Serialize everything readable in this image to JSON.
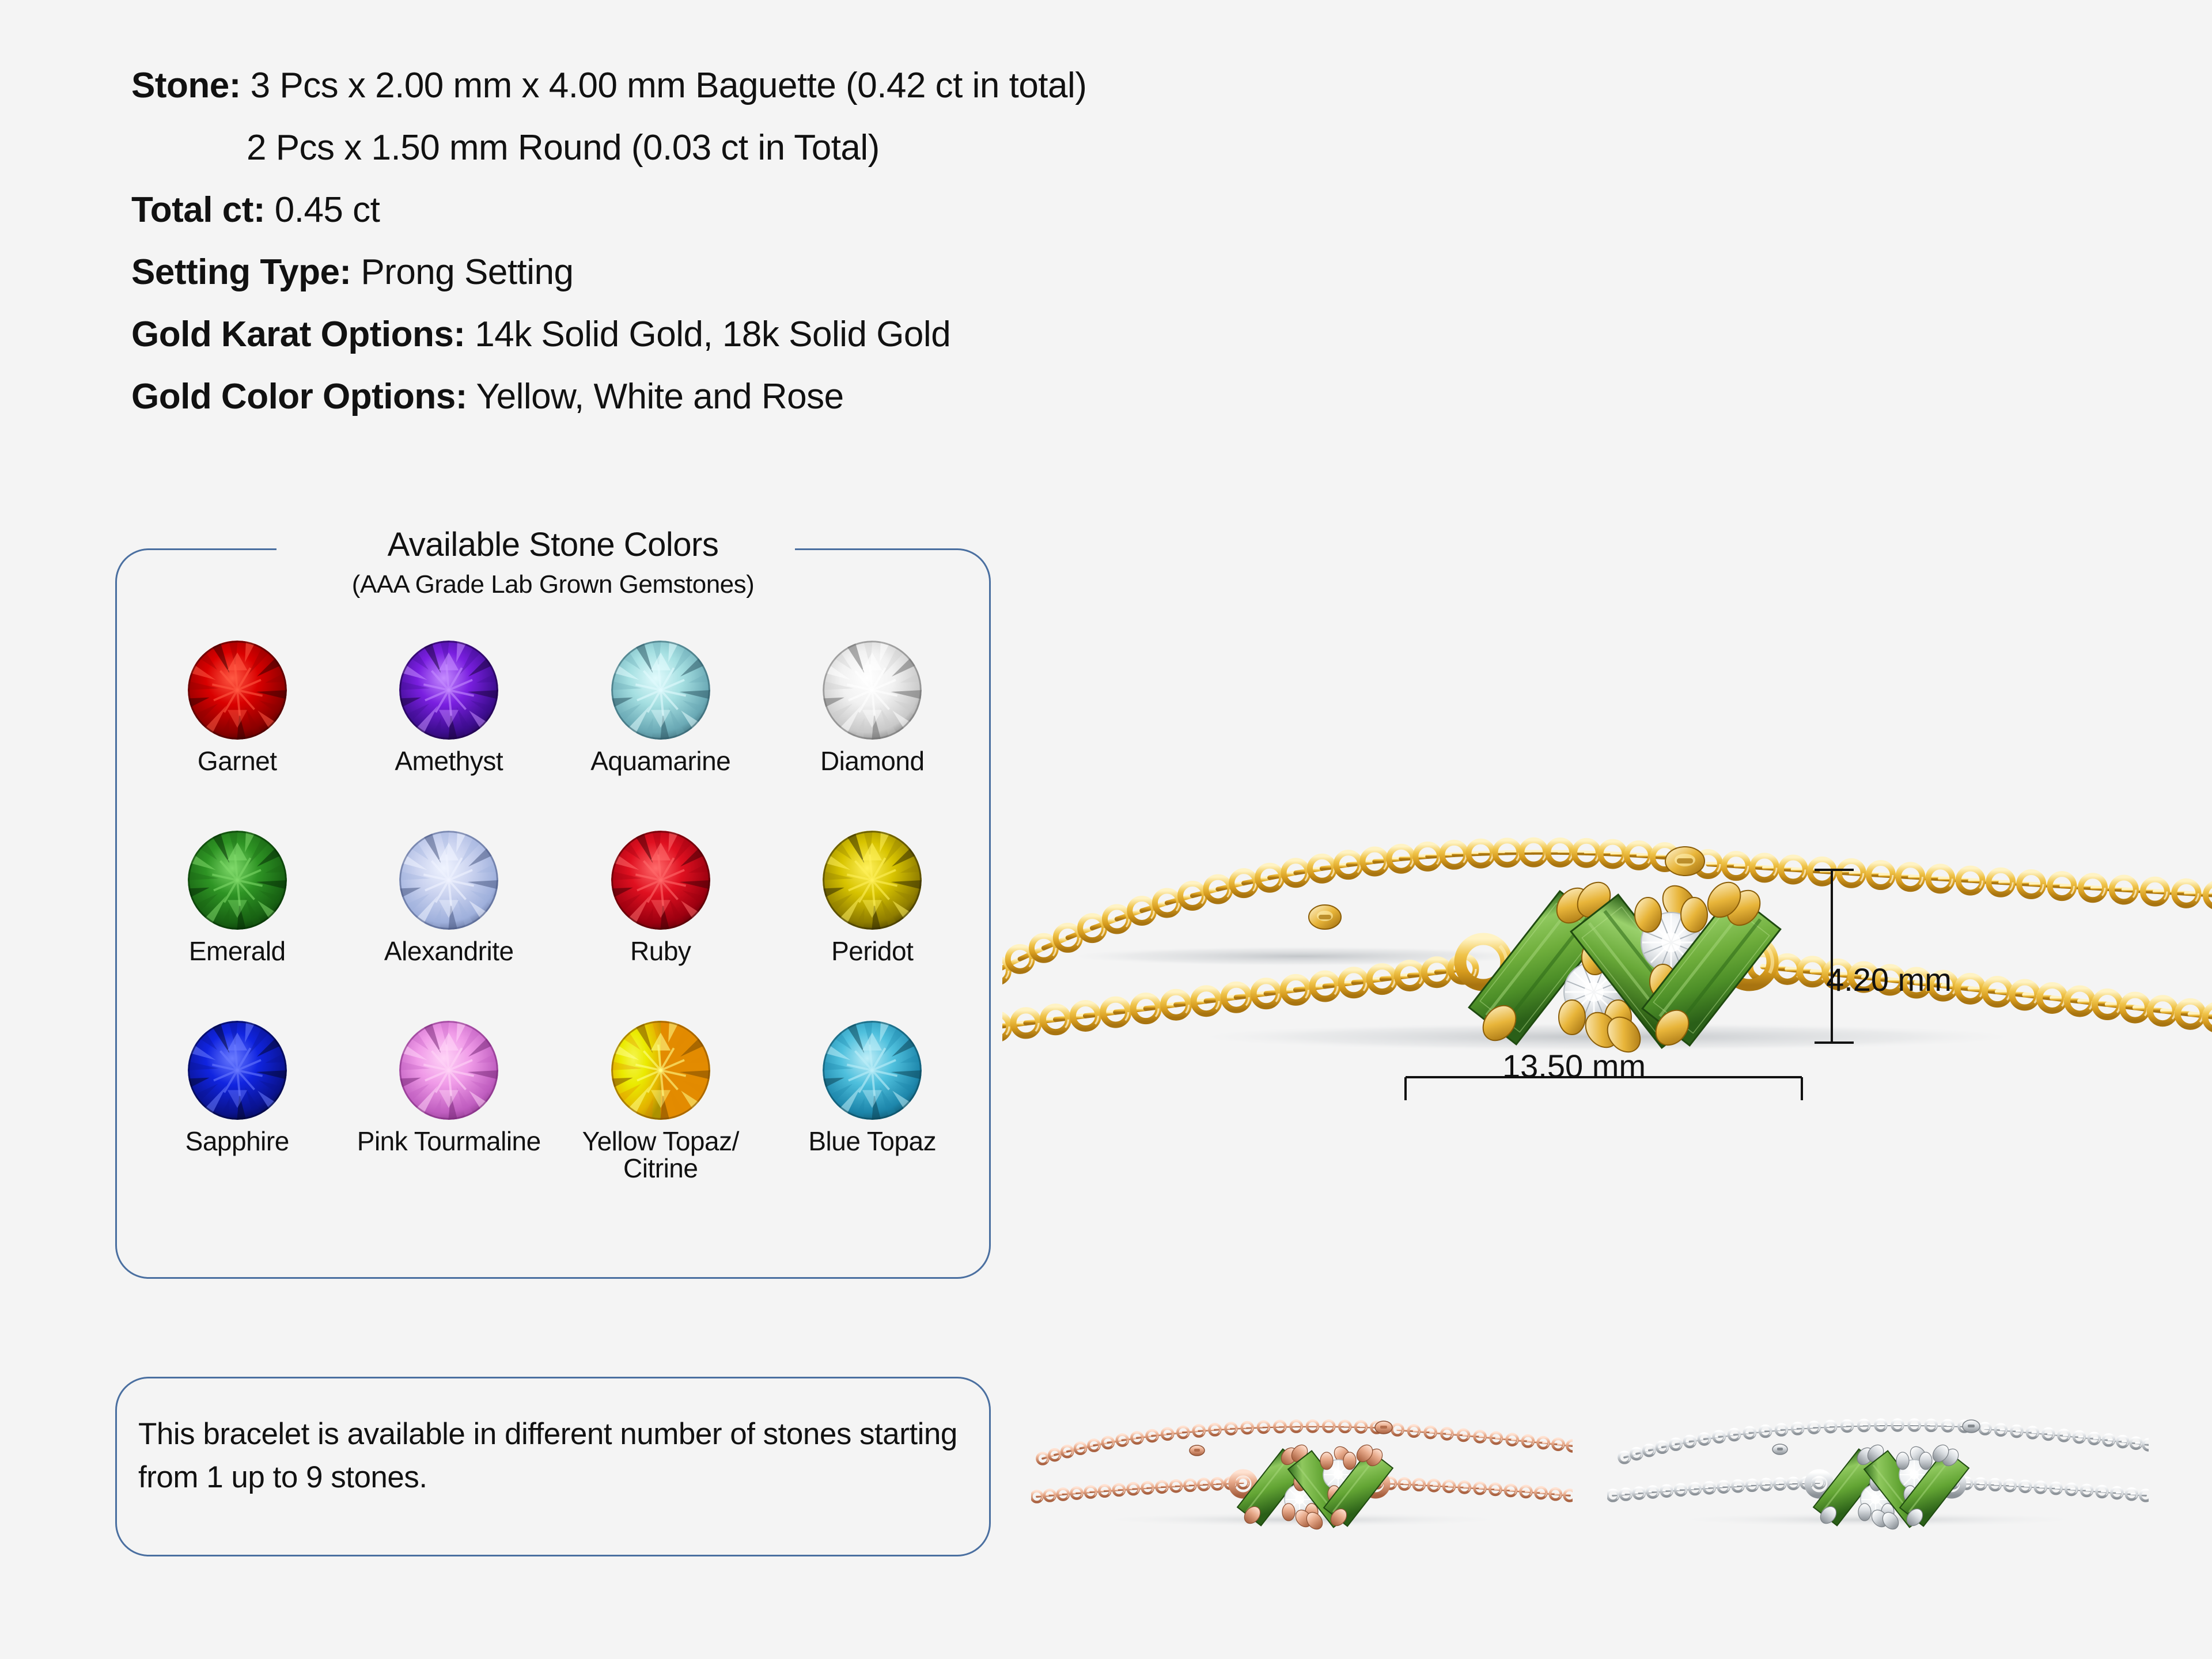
{
  "background_color": "#f4f4f4",
  "accent_border_color": "#4a6fa0",
  "spec": {
    "rows": [
      {
        "label": "Stone:",
        "value": "3 Pcs x 2.00 mm x 4.00 mm Baguette (0.42 ct in total)",
        "indent": false
      },
      {
        "label": "",
        "value": "2 Pcs x 1.50 mm Round (0.03 ct in Total)",
        "indent": true
      },
      {
        "label": "Total ct:",
        "value": "0.45 ct",
        "indent": false
      },
      {
        "label": "Setting Type:",
        "value": "Prong Setting",
        "indent": false
      },
      {
        "label": "Gold Karat Options:",
        "value": "14k Solid Gold, 18k Solid Gold",
        "indent": false
      },
      {
        "label": "Gold Color Options:",
        "value": "Yellow, White and Rose",
        "indent": false
      }
    ]
  },
  "stone_panel": {
    "title": "Available Stone Colors",
    "subtitle": "(AAA Grade Lab Grown Gemstones)",
    "gems": [
      {
        "name": "Garnet",
        "color": "#d90000",
        "color2": "#8c0000",
        "dark": "#3a0000",
        "light": "#ff5a44"
      },
      {
        "name": "Amethyst",
        "color": "#7a1fe0",
        "color2": "#3d0d8f",
        "dark": "#1b0340",
        "light": "#c58cff"
      },
      {
        "name": "Aquamarine",
        "color": "#a6e0e2",
        "color2": "#6aa9b5",
        "dark": "#2f5a66",
        "light": "#e2fbfd"
      },
      {
        "name": "Diamond",
        "color": "#f2f2f2",
        "color2": "#c9c9c9",
        "dark": "#6e6e6e",
        "light": "#ffffff"
      },
      {
        "name": "Emerald",
        "color": "#2e9424",
        "color2": "#186213",
        "dark": "#062e06",
        "light": "#7fd96a"
      },
      {
        "name": "Alexandrite",
        "color": "#ccd4f0",
        "color2": "#9fb0dc",
        "dark": "#4b5a84",
        "light": "#f0f4ff"
      },
      {
        "name": "Ruby",
        "color": "#e01020",
        "color2": "#9d0010",
        "dark": "#450006",
        "light": "#ff6b6b"
      },
      {
        "name": "Peridot",
        "color": "#d8c400",
        "color2": "#8f7d00",
        "dark": "#332c00",
        "light": "#fff15c"
      },
      {
        "name": "Sapphire",
        "color": "#1024e0",
        "color2": "#0a1390",
        "dark": "#030733",
        "light": "#6a7bff"
      },
      {
        "name": "Pink Tourmaline",
        "color": "#f09be8",
        "color2": "#c05ec0",
        "dark": "#7a2a7a",
        "light": "#ffd4f7"
      },
      {
        "name": "Yellow Topaz/ Citrine",
        "color": "#ecec00",
        "color2": "#e08800",
        "dark": "#7a4a00",
        "light": "#ffff8a",
        "split": true,
        "split_left": "#e8e800",
        "split_right": "#e38b00"
      },
      {
        "name": "Blue Topaz",
        "color": "#4fc0dd",
        "color2": "#1d86ab",
        "dark": "#0c4558",
        "light": "#bfeef8"
      }
    ]
  },
  "note_panel": {
    "text": "This bracelet is available in different number of stones starting from 1 up to 9 stones."
  },
  "product": {
    "hero": {
      "metal": "yellow-gold",
      "metal_color": "#e8b53a",
      "metal_highlight": "#fff0b8",
      "metal_shadow": "#a87410",
      "stone_color": "#6fae3c",
      "stone_color_dark": "#2f6b1c",
      "stone_color_light": "#aedd88",
      "accent_stone_color": "#ffffff"
    },
    "variants": [
      {
        "metal": "rose-gold",
        "metal_color": "#e0a183",
        "metal_highlight": "#ffe0d0",
        "metal_shadow": "#a8603f"
      },
      {
        "metal": "white-gold",
        "metal_color": "#d4d8dc",
        "metal_highlight": "#ffffff",
        "metal_shadow": "#8a9096"
      }
    ],
    "dimensions": {
      "height_label": "4.20 mm",
      "width_label": "13.50 mm"
    }
  }
}
